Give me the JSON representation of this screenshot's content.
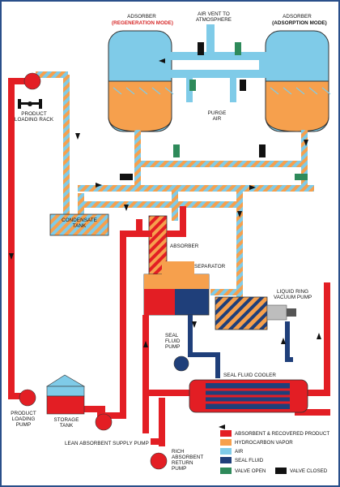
{
  "labels": {
    "adsorber_left": "ADSORBER",
    "adsorber_left_mode": "(REGENERATION MODE)",
    "adsorber_right": "ADSORBER",
    "adsorber_right_mode": "(ADSORPTION MODE)",
    "air_vent": "AIR VENT TO",
    "air_vent2": "ATMOSPHERE",
    "purge": "PURGE",
    "purge2": "AIR",
    "product_loading_rack": "PRODUCT",
    "product_loading_rack2": "LOADING RACK",
    "condensate_tank": "CONDENSATE",
    "condensate_tank2": "TANK",
    "absorber": "ABSORBER",
    "separator": "SEPARATOR",
    "liquid_ring": "LIQUID RING",
    "liquid_ring2": "VACUUM PUMP",
    "seal_fluid_pump": "SEAL",
    "seal_fluid_pump2": "FLUID",
    "seal_fluid_pump3": "PUMP",
    "seal_fluid_cooler": "SEAL FLUID COOLER",
    "product_loading_pump": "PRODUCT",
    "product_loading_pump2": "LOADING",
    "product_loading_pump3": "PUMP",
    "storage_tank": "STORAGE",
    "storage_tank2": "TANK",
    "lean_pump": "LEAN ABSORBENT SUPPLY PUMP",
    "rich_pump": "RICH",
    "rich_pump2": "ABSORBENT",
    "rich_pump3": "RETURN",
    "rich_pump4": "PUMP"
  },
  "legend": [
    {
      "label": "ABSORBENT & RECOVERED PRODUCT",
      "color": "#e31e24"
    },
    {
      "label": "HYDROCARBON VAPOR",
      "color": "#f6a04d"
    },
    {
      "label": "AIR",
      "color": "#7fcbe8"
    },
    {
      "label": "SEAL FLUID",
      "color": "#1f3f7a"
    },
    {
      "label": "VALVE OPEN",
      "color": "#2e8a5a"
    },
    {
      "label": "VALVE CLOSED",
      "color": "#111111"
    }
  ],
  "colors": {
    "red": "#e31e24",
    "orange": "#f6a04d",
    "blue": "#7fcbe8",
    "navy": "#1f3f7a",
    "valve_open": "#2e8a5a",
    "valve_closed": "#111111",
    "border": "#2a4f8a"
  }
}
